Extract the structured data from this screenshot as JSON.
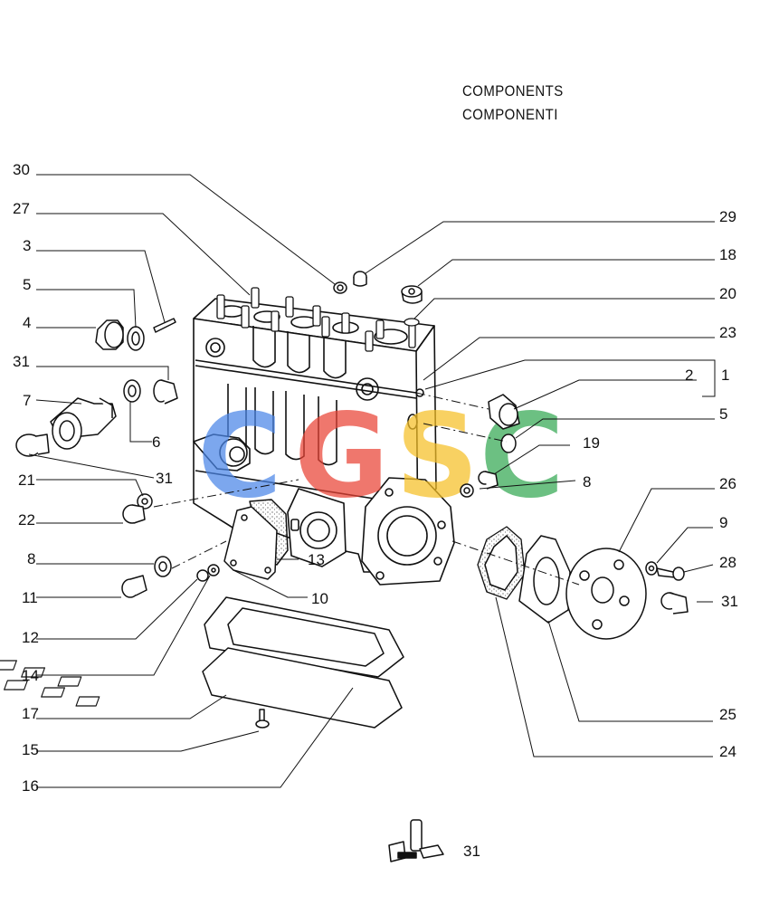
{
  "title": {
    "line1": "COMPONENTS",
    "line2": "COMPONENTI"
  },
  "watermark": {
    "letters": [
      {
        "char": "C",
        "color": "#4a86e8"
      },
      {
        "char": "G",
        "color": "#ea4335"
      },
      {
        "char": "S",
        "color": "#f6c026"
      },
      {
        "char": "C",
        "color": "#34a853"
      }
    ]
  },
  "callouts": [
    {
      "number": "30",
      "side": "left"
    },
    {
      "number": "27",
      "side": "left"
    },
    {
      "number": "3",
      "side": "left"
    },
    {
      "number": "5",
      "side": "left"
    },
    {
      "number": "4",
      "side": "left"
    },
    {
      "number": "31",
      "side": "left"
    },
    {
      "number": "7",
      "side": "left"
    },
    {
      "number": "6",
      "side": "left"
    },
    {
      "number": "21",
      "side": "left"
    },
    {
      "number": "31",
      "side": "left"
    },
    {
      "number": "22",
      "side": "left"
    },
    {
      "number": "8",
      "side": "left"
    },
    {
      "number": "13",
      "side": "left"
    },
    {
      "number": "10",
      "side": "left"
    },
    {
      "number": "11",
      "side": "left"
    },
    {
      "number": "12",
      "side": "left"
    },
    {
      "number": "14",
      "side": "left"
    },
    {
      "number": "17",
      "side": "left"
    },
    {
      "number": "15",
      "side": "left"
    },
    {
      "number": "16",
      "side": "left"
    },
    {
      "number": "29",
      "side": "right"
    },
    {
      "number": "18",
      "side": "right"
    },
    {
      "number": "20",
      "side": "right"
    },
    {
      "number": "23",
      "side": "right"
    },
    {
      "number": "2",
      "side": "right"
    },
    {
      "number": "1",
      "side": "right"
    },
    {
      "number": "5",
      "side": "right"
    },
    {
      "number": "19",
      "side": "right"
    },
    {
      "number": "8",
      "side": "right"
    },
    {
      "number": "26",
      "side": "right"
    },
    {
      "number": "9",
      "side": "right"
    },
    {
      "number": "28",
      "side": "right"
    },
    {
      "number": "31",
      "side": "right"
    },
    {
      "number": "25",
      "side": "right"
    },
    {
      "number": "24",
      "side": "right"
    }
  ],
  "inset": {
    "label": "31"
  }
}
